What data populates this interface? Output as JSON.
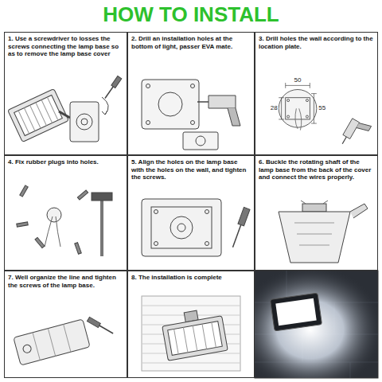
{
  "diagram": {
    "title": "HOW TO INSTALL",
    "nodes": [
      {
        "text": [
          "1. Use a screwdriver to losses the screws connecting the lamp base so as to remove the lamp base cover"
        ]
      },
      {
        "text": [
          "2. Drill an installation holes at the bottom of light, passer EVA mate."
        ]
      },
      {
        "text": [
          "3. Drill holes the wall according to the location plate."
        ]
      },
      {
        "text": [
          "4. Fix rubber plugs into holes."
        ]
      },
      {
        "text": [
          "5. Align the holes on the lamp base with the holes on the wall, and tighten the screws."
        ]
      },
      {
        "text": [
          "6. Buckle the rotating shaft of the lamp base from the back of the cover and connect the wires properly."
        ]
      },
      {
        "text": [
          "7. Well organize the line and tighten the screws of the lamp base."
        ]
      },
      {
        "text": [
          "8. The installation is complete"
        ]
      }
    ],
    "labels": [
      "50",
      "28",
      "55"
    ]
  }
}
